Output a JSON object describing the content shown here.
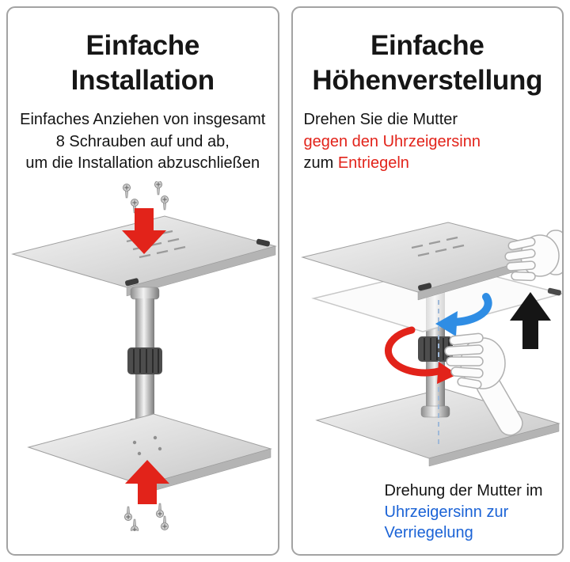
{
  "colors": {
    "red": "#e2231a",
    "blue": "#1b63d6",
    "blue-arrow": "#2f8de4",
    "ink": "#141414",
    "panel-border": "#a3a3a3"
  },
  "left_panel": {
    "title_line1": "Einfache",
    "title_line2": "Installation",
    "body_line1": "Einfaches Anziehen von insgesamt",
    "body_line2": "8 Schrauben auf und ab,",
    "body_line3": "um die Installation abzuschließen"
  },
  "right_panel": {
    "title_line1": "Einfache",
    "title_line2": "Höhenverstellung",
    "body_line1": "Drehen Sie die Mutter",
    "body_line2": "gegen den Uhrzeigersinn",
    "body_line3_black": "zum ",
    "body_line3_red": "Entriegeln",
    "bottom_line1": "Drehung der Mutter im",
    "bottom_line2": "Uhrzeigersinn zur",
    "bottom_line3": "Verriegelung"
  }
}
